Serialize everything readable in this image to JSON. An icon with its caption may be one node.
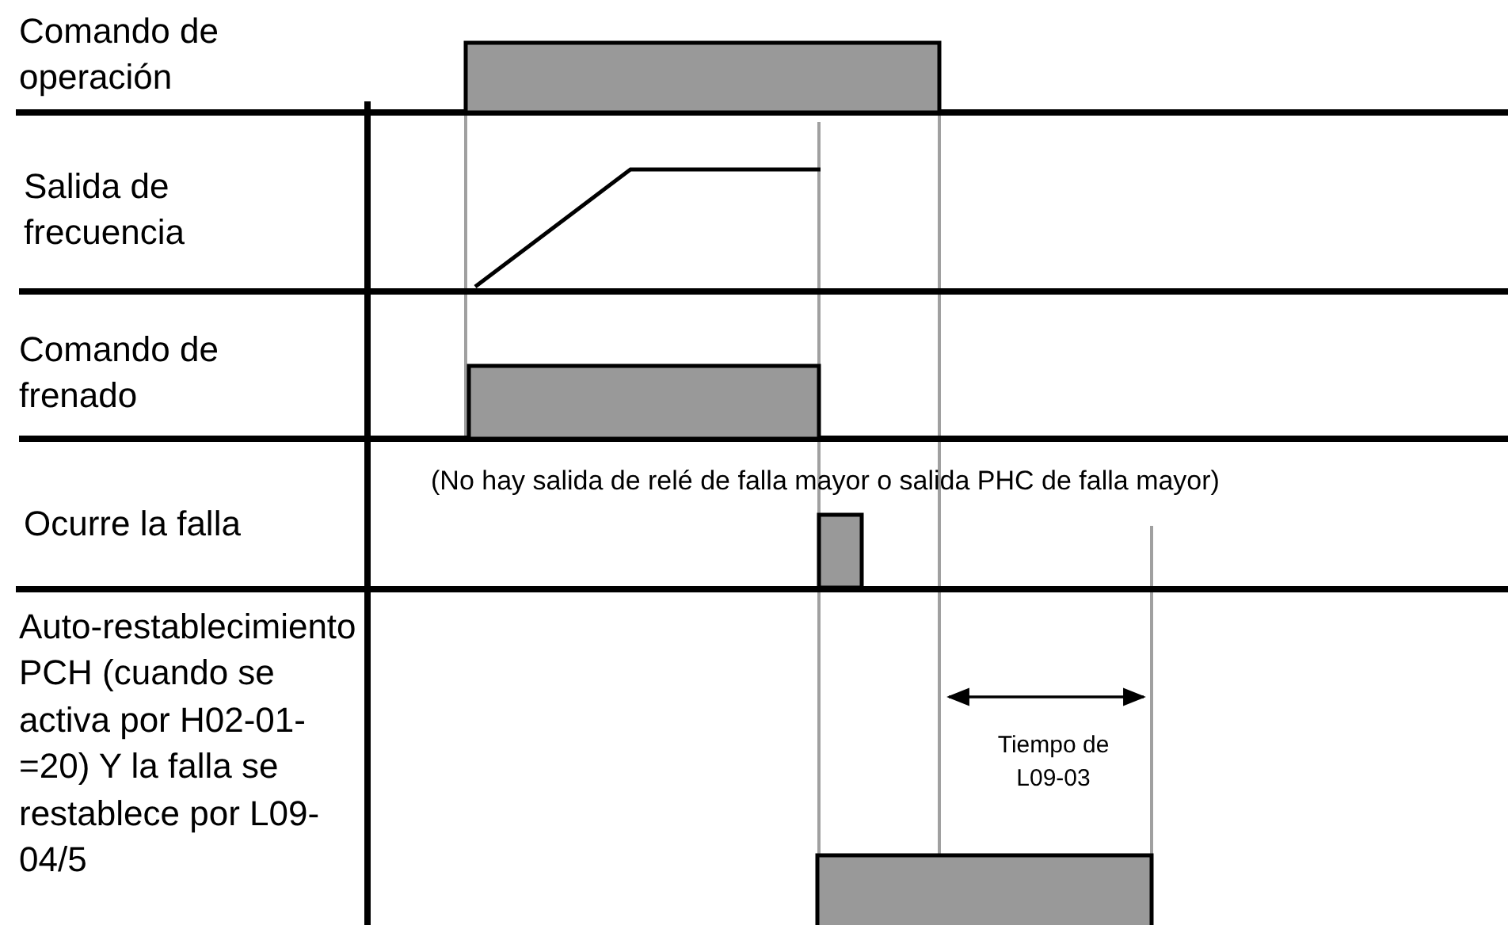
{
  "diagram": {
    "labels": [
      "Comando de operación",
      "Salida de frecuencia",
      "Comando de frenado",
      "Ocurre la falla",
      "Auto-restablecimiento PCH (cuando se activa por H02-01-=20) Y la falla se restablece por L09-04/5",
      "(No hay salida de relé de falla mayor o salida PHC de falla mayor)",
      "Tiempo de L09-03"
    ]
  }
}
